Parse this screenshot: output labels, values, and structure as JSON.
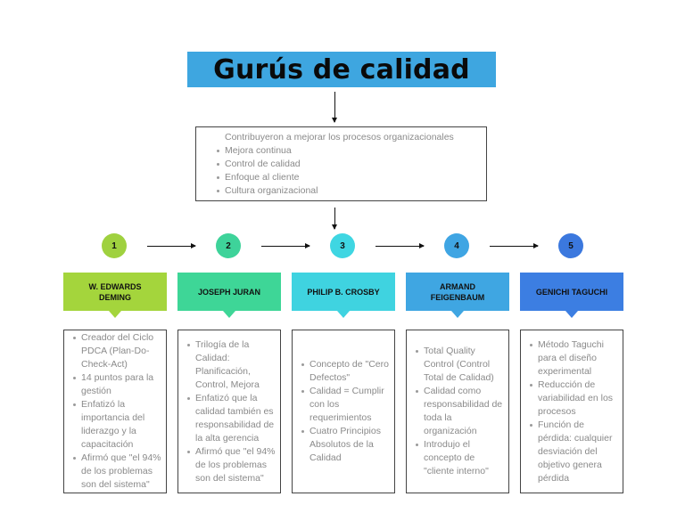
{
  "title": "Gurús de calidad",
  "summary": {
    "intro": "Contribuyeron a mejorar los procesos organizacionales",
    "items": [
      "Mejora continua",
      "Control de calidad",
      "Enfoque al cliente",
      "Cultura organizacional"
    ]
  },
  "gurus": [
    {
      "number": "1",
      "name": "W. EDWARDS DEMING",
      "color": "#a4d53c",
      "circle_color": "#9fd13f",
      "points": [
        "Creador del Ciclo PDCA (Plan-Do-Check-Act)",
        "14 puntos para la gestión",
        "Enfatizó la importancia del liderazgo y la capacitación",
        "Afirmó que \"el 94% de los problemas son del sistema\""
      ]
    },
    {
      "number": "2",
      "name": "JOSEPH JURAN",
      "color": "#3ed697",
      "circle_color": "#3ed39a",
      "points": [
        "Trilogía de la Calidad: Planificación, Control, Mejora",
        "Enfatizó que la calidad también es responsabilidad de la alta gerencia",
        "Afirmó que \"el 94% de los problemas son del sistema\""
      ]
    },
    {
      "number": "3",
      "name": "PHILIP B. CROSBY",
      "color": "#3fd3e0",
      "circle_color": "#3fd6e2",
      "points": [
        "Concepto de \"Cero Defectos\"",
        "Calidad = Cumplir con los requerimientos",
        "Cuatro Principios Absolutos de la Calidad"
      ]
    },
    {
      "number": "4",
      "name": "ARMAND FEIGENBAUM",
      "color": "#3fa6e2",
      "circle_color": "#3fa5e3",
      "points": [
        "Total Quality Control (Control Total de Calidad)",
        "Calidad como responsabilidad de toda la organización",
        "Introdujo el concepto de \"cliente interno\""
      ]
    },
    {
      "number": "5",
      "name": "GENICHI TAGUCHI",
      "color": "#3c7ee2",
      "circle_color": "#3b78de",
      "points": [
        "Método Taguchi para el diseño experimental",
        "Reducción de variabilidad en los procesos",
        "Función de pérdida: cualquier desviación del objetivo genera pérdida"
      ]
    }
  ]
}
